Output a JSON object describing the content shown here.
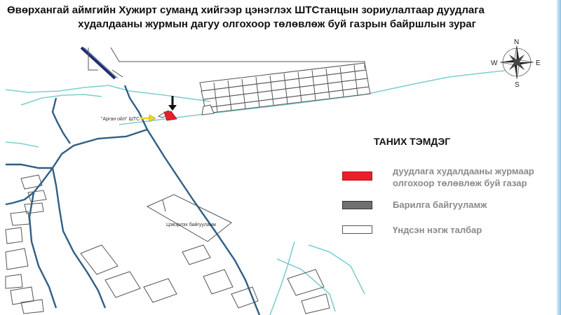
{
  "title": {
    "line1": "Өвөрхангай аймгийн Хужирт суманд хийгээр цэнэглэх ШТСтанцын зориулалтаар дуудлага",
    "line2": "худалдааны журмын дагуу олгохоор төлөвлөж буй газрын байршлын зураг"
  },
  "map": {
    "station_label": "\"Арган ойл\" ШТС",
    "building_label": "Цэвэрлэх байгууламж",
    "compass": {
      "north": "N",
      "south": "S",
      "east": "E",
      "west": "W"
    }
  },
  "legend": {
    "heading": "ТАНИХ ТЭМДЭГ",
    "items": [
      {
        "label_line1": "дуудлага худалдааны журмаар",
        "label_line2": "олгохоор төлөвлөж буй газар",
        "color": "#e8202a"
      },
      {
        "label_line1": "Барилга байгууламж",
        "label_line2": "",
        "color": "#707070"
      },
      {
        "label_line1": "Үндсэн нэгж талбар",
        "label_line2": "",
        "color": "#ffffff"
      }
    ]
  },
  "colors": {
    "road": "#2f5f86",
    "canal": "#7ecfd0",
    "parcel": "#555555",
    "marker": "#e8202a",
    "arrow": "#f2d629"
  }
}
